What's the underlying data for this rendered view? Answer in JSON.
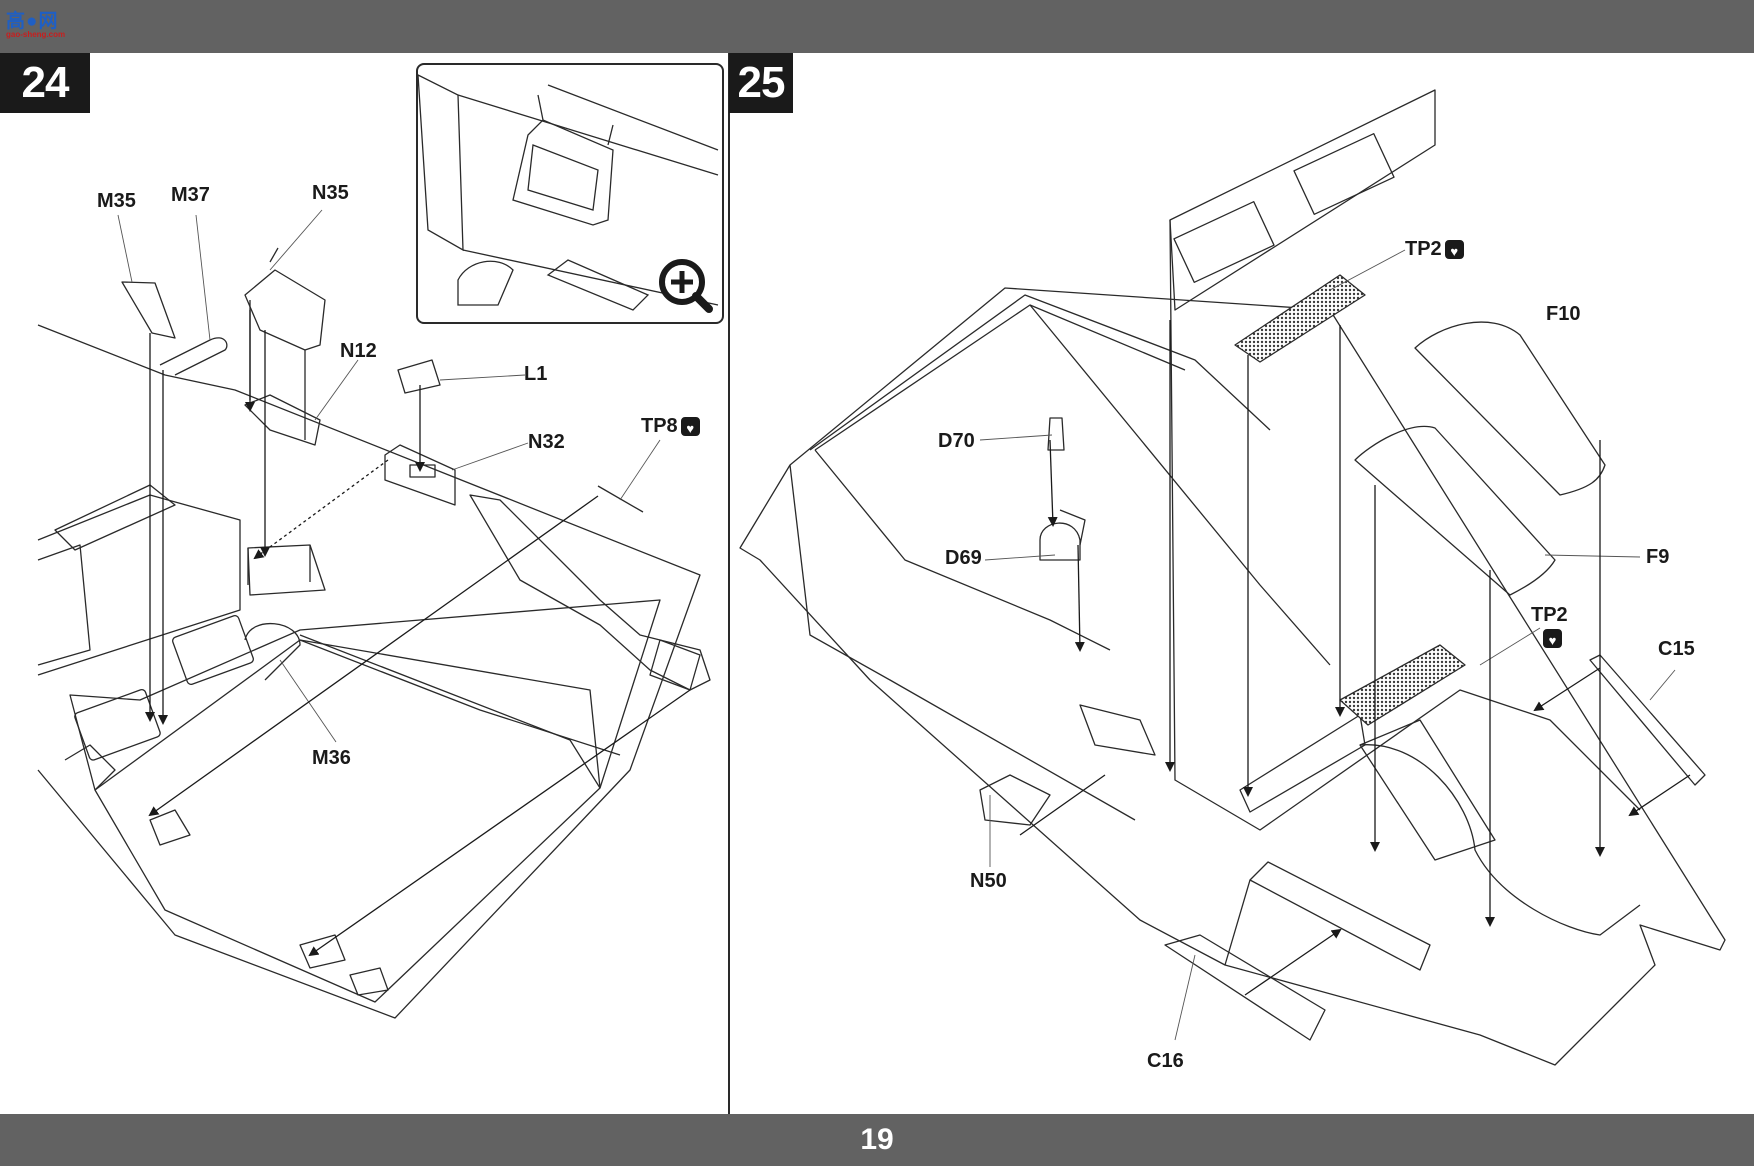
{
  "page": {
    "number": "19"
  },
  "logo": {
    "main": "高●网",
    "sub": "gao-sheng.com"
  },
  "steps": [
    {
      "number": "24",
      "parts": {
        "m35": "M35",
        "m37": "M37",
        "n35": "N35",
        "n12": "N12",
        "l1": "L1",
        "n32": "N32",
        "tp8": "TP8",
        "m36": "M36"
      }
    },
    {
      "number": "25",
      "parts": {
        "tp2_top": "TP2",
        "f10": "F10",
        "d70": "D70",
        "d69": "D69",
        "f9": "F9",
        "tp2_mid": "TP2",
        "c15": "C15",
        "n50": "N50",
        "c16": "C16"
      }
    }
  ],
  "icons": {
    "photo_etch": "heart-broken-icon",
    "zoom": "zoom-in-icon"
  },
  "colors": {
    "bar": "#626262",
    "ink": "#1a1a1a",
    "background": "#ffffff"
  }
}
